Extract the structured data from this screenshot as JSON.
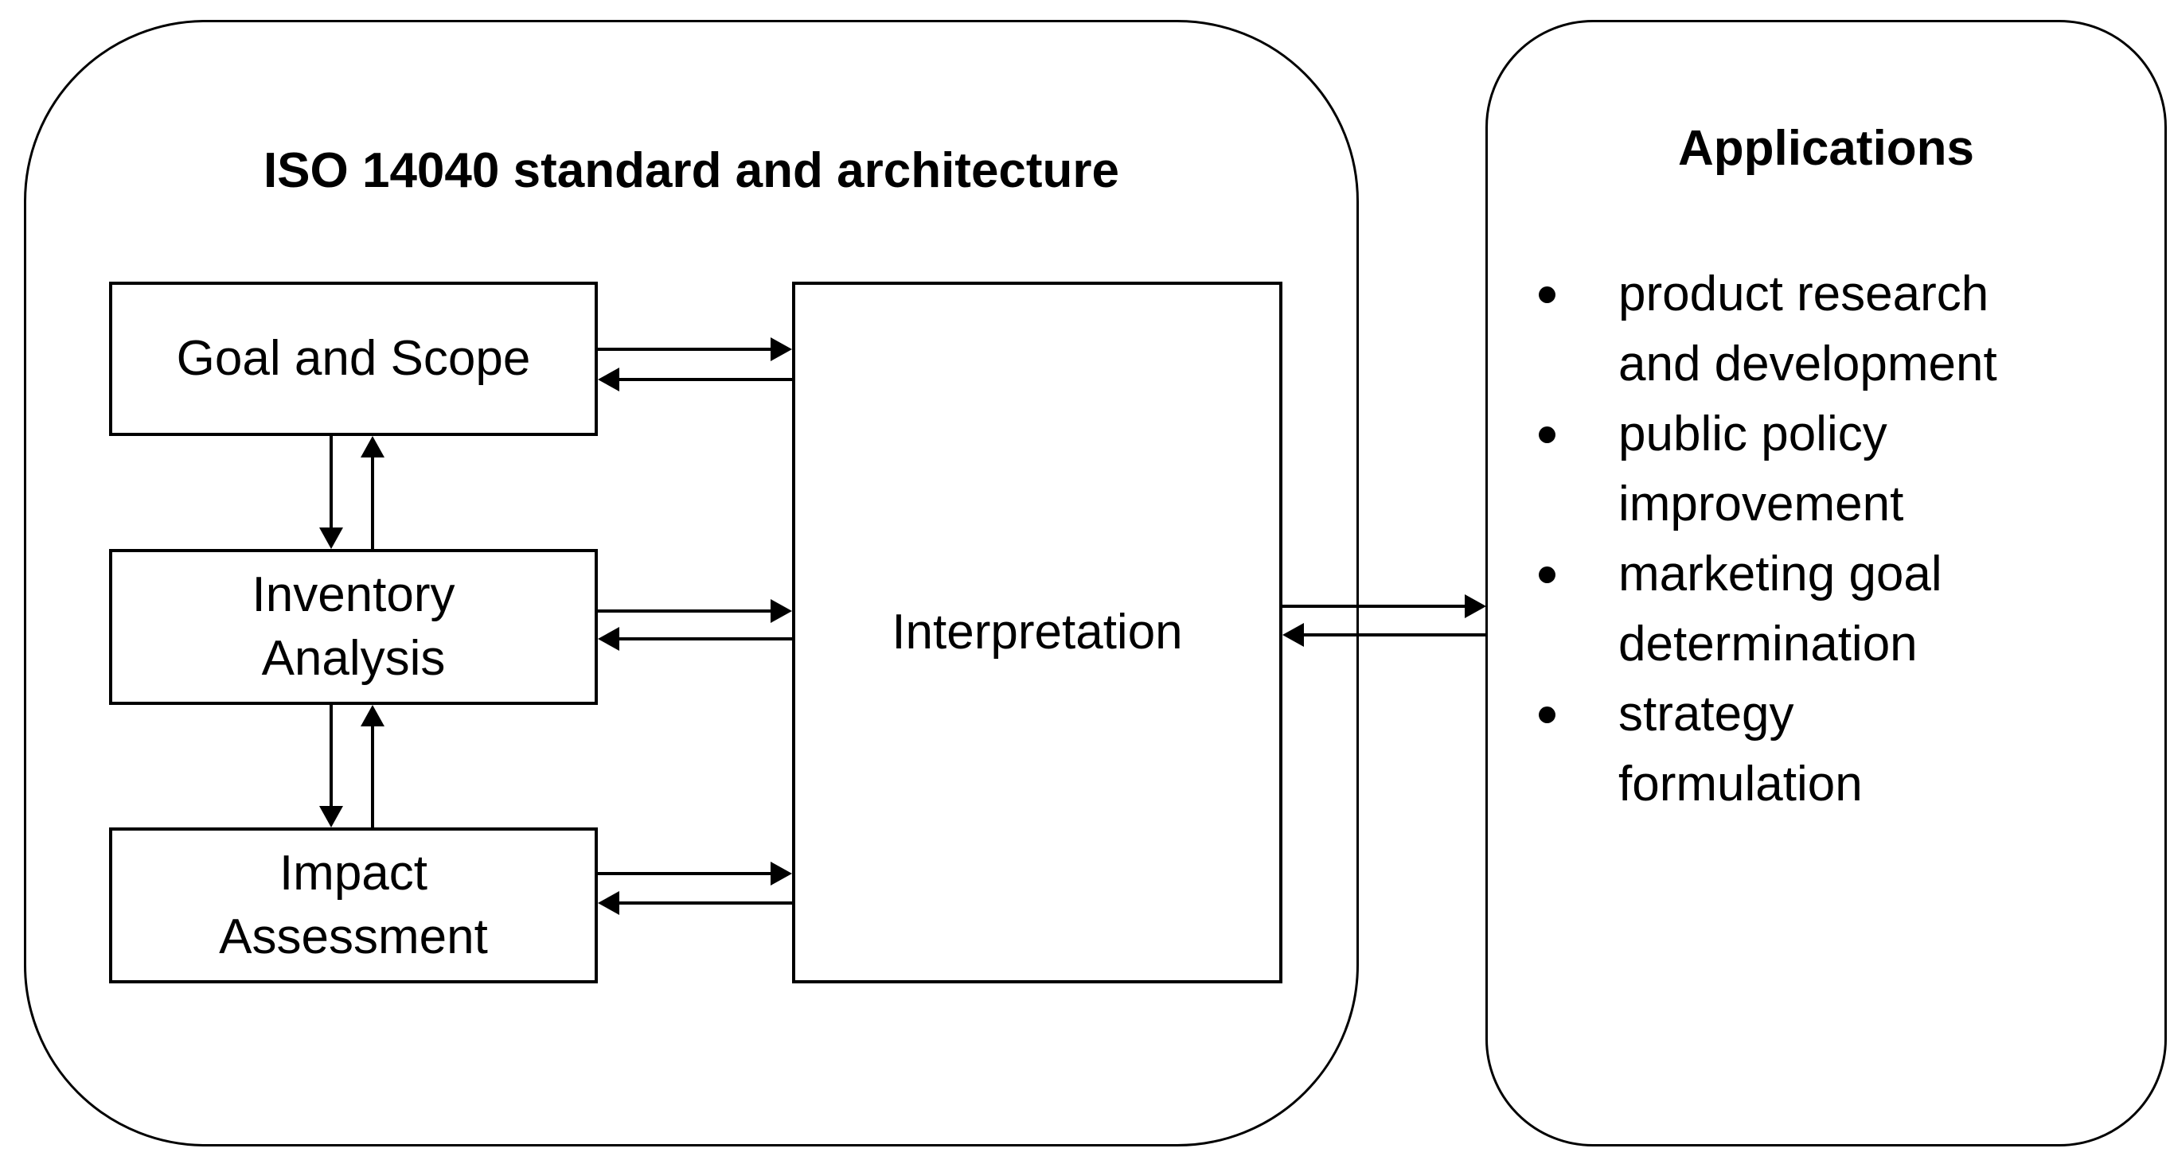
{
  "left_panel": {
    "title": "ISO 14040 standard and architecture",
    "boxes": [
      {
        "label": "Goal and Scope"
      },
      {
        "label": "Inventory\nAnalysis"
      },
      {
        "label": "Impact\nAssessment"
      },
      {
        "label": "Interpretation"
      }
    ]
  },
  "right_panel": {
    "title": "Applications",
    "bullets": [
      "product research and development",
      "public policy improvement",
      "marketing goal determination",
      "strategy formulation"
    ]
  },
  "connections": [
    {
      "from": "Goal and Scope",
      "to": "Interpretation",
      "type": "bidirectional"
    },
    {
      "from": "Goal and Scope",
      "to": "Inventory Analysis",
      "type": "bidirectional"
    },
    {
      "from": "Inventory Analysis",
      "to": "Interpretation",
      "type": "bidirectional"
    },
    {
      "from": "Inventory Analysis",
      "to": "Impact Assessment",
      "type": "bidirectional"
    },
    {
      "from": "Impact Assessment",
      "to": "Interpretation",
      "type": "bidirectional"
    },
    {
      "from": "Interpretation",
      "to": "Applications",
      "type": "bidirectional"
    }
  ],
  "colors": {
    "line": "#000000",
    "text": "#000000",
    "background": "#ffffff"
  }
}
